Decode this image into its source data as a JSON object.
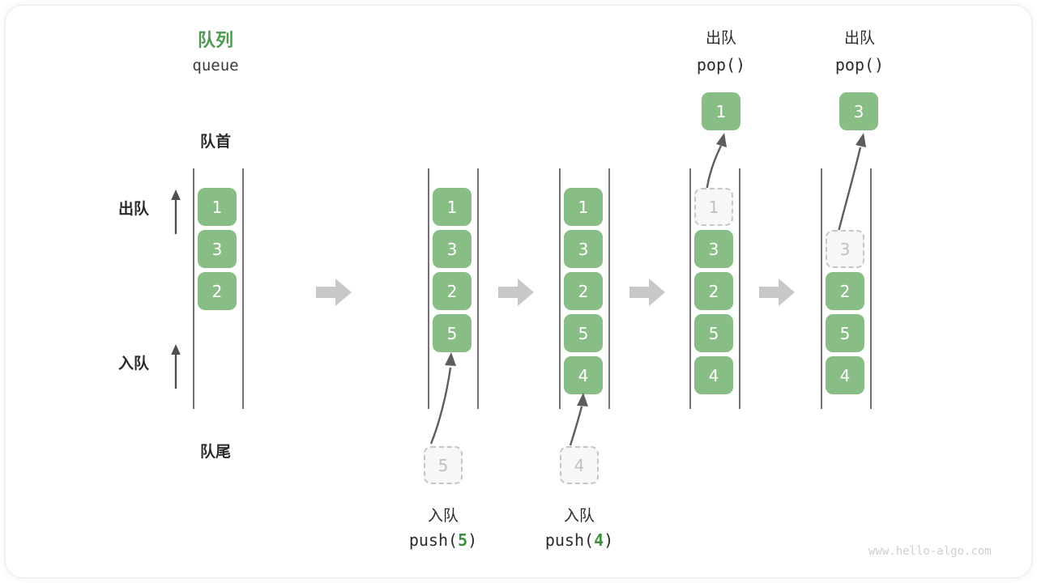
{
  "diagram": {
    "title_cn": "队列",
    "title_en": "queue",
    "front_label": "队首",
    "rear_label": "队尾",
    "dequeue_label": "出队",
    "enqueue_label": "入队",
    "accent_green": "#4e9a50",
    "cell_green": "#89bd86",
    "ghost_border": "#c6c6c6",
    "arrow_gray": "#c8c8c8",
    "line_gray": "#5b5b5b"
  },
  "columns": [
    {
      "id": "initial",
      "cells": [
        "1",
        "3",
        "2"
      ]
    },
    {
      "id": "after-push-5",
      "cells": [
        "1",
        "3",
        "2",
        "5"
      ],
      "incoming": "5",
      "op_cn": "入队",
      "op_code_prefix": "push(",
      "op_code_value": "5",
      "op_code_suffix": ")"
    },
    {
      "id": "after-push-4",
      "cells": [
        "1",
        "3",
        "2",
        "5",
        "4"
      ],
      "incoming": "4",
      "op_cn": "入队",
      "op_code_prefix": "push(",
      "op_code_value": "4",
      "op_code_suffix": ")"
    },
    {
      "id": "after-pop-1",
      "cells": [
        "1",
        "3",
        "2",
        "5",
        "4"
      ],
      "ghost_index": 0,
      "popped": "1",
      "op_cn": "出队",
      "op_code": "pop()"
    },
    {
      "id": "after-pop-3",
      "cells": [
        "3",
        "2",
        "5",
        "4"
      ],
      "ghost_index": 0,
      "popped": "3",
      "op_cn": "出队",
      "op_code": "pop()"
    }
  ],
  "watermark": "www.hello-algo.com"
}
